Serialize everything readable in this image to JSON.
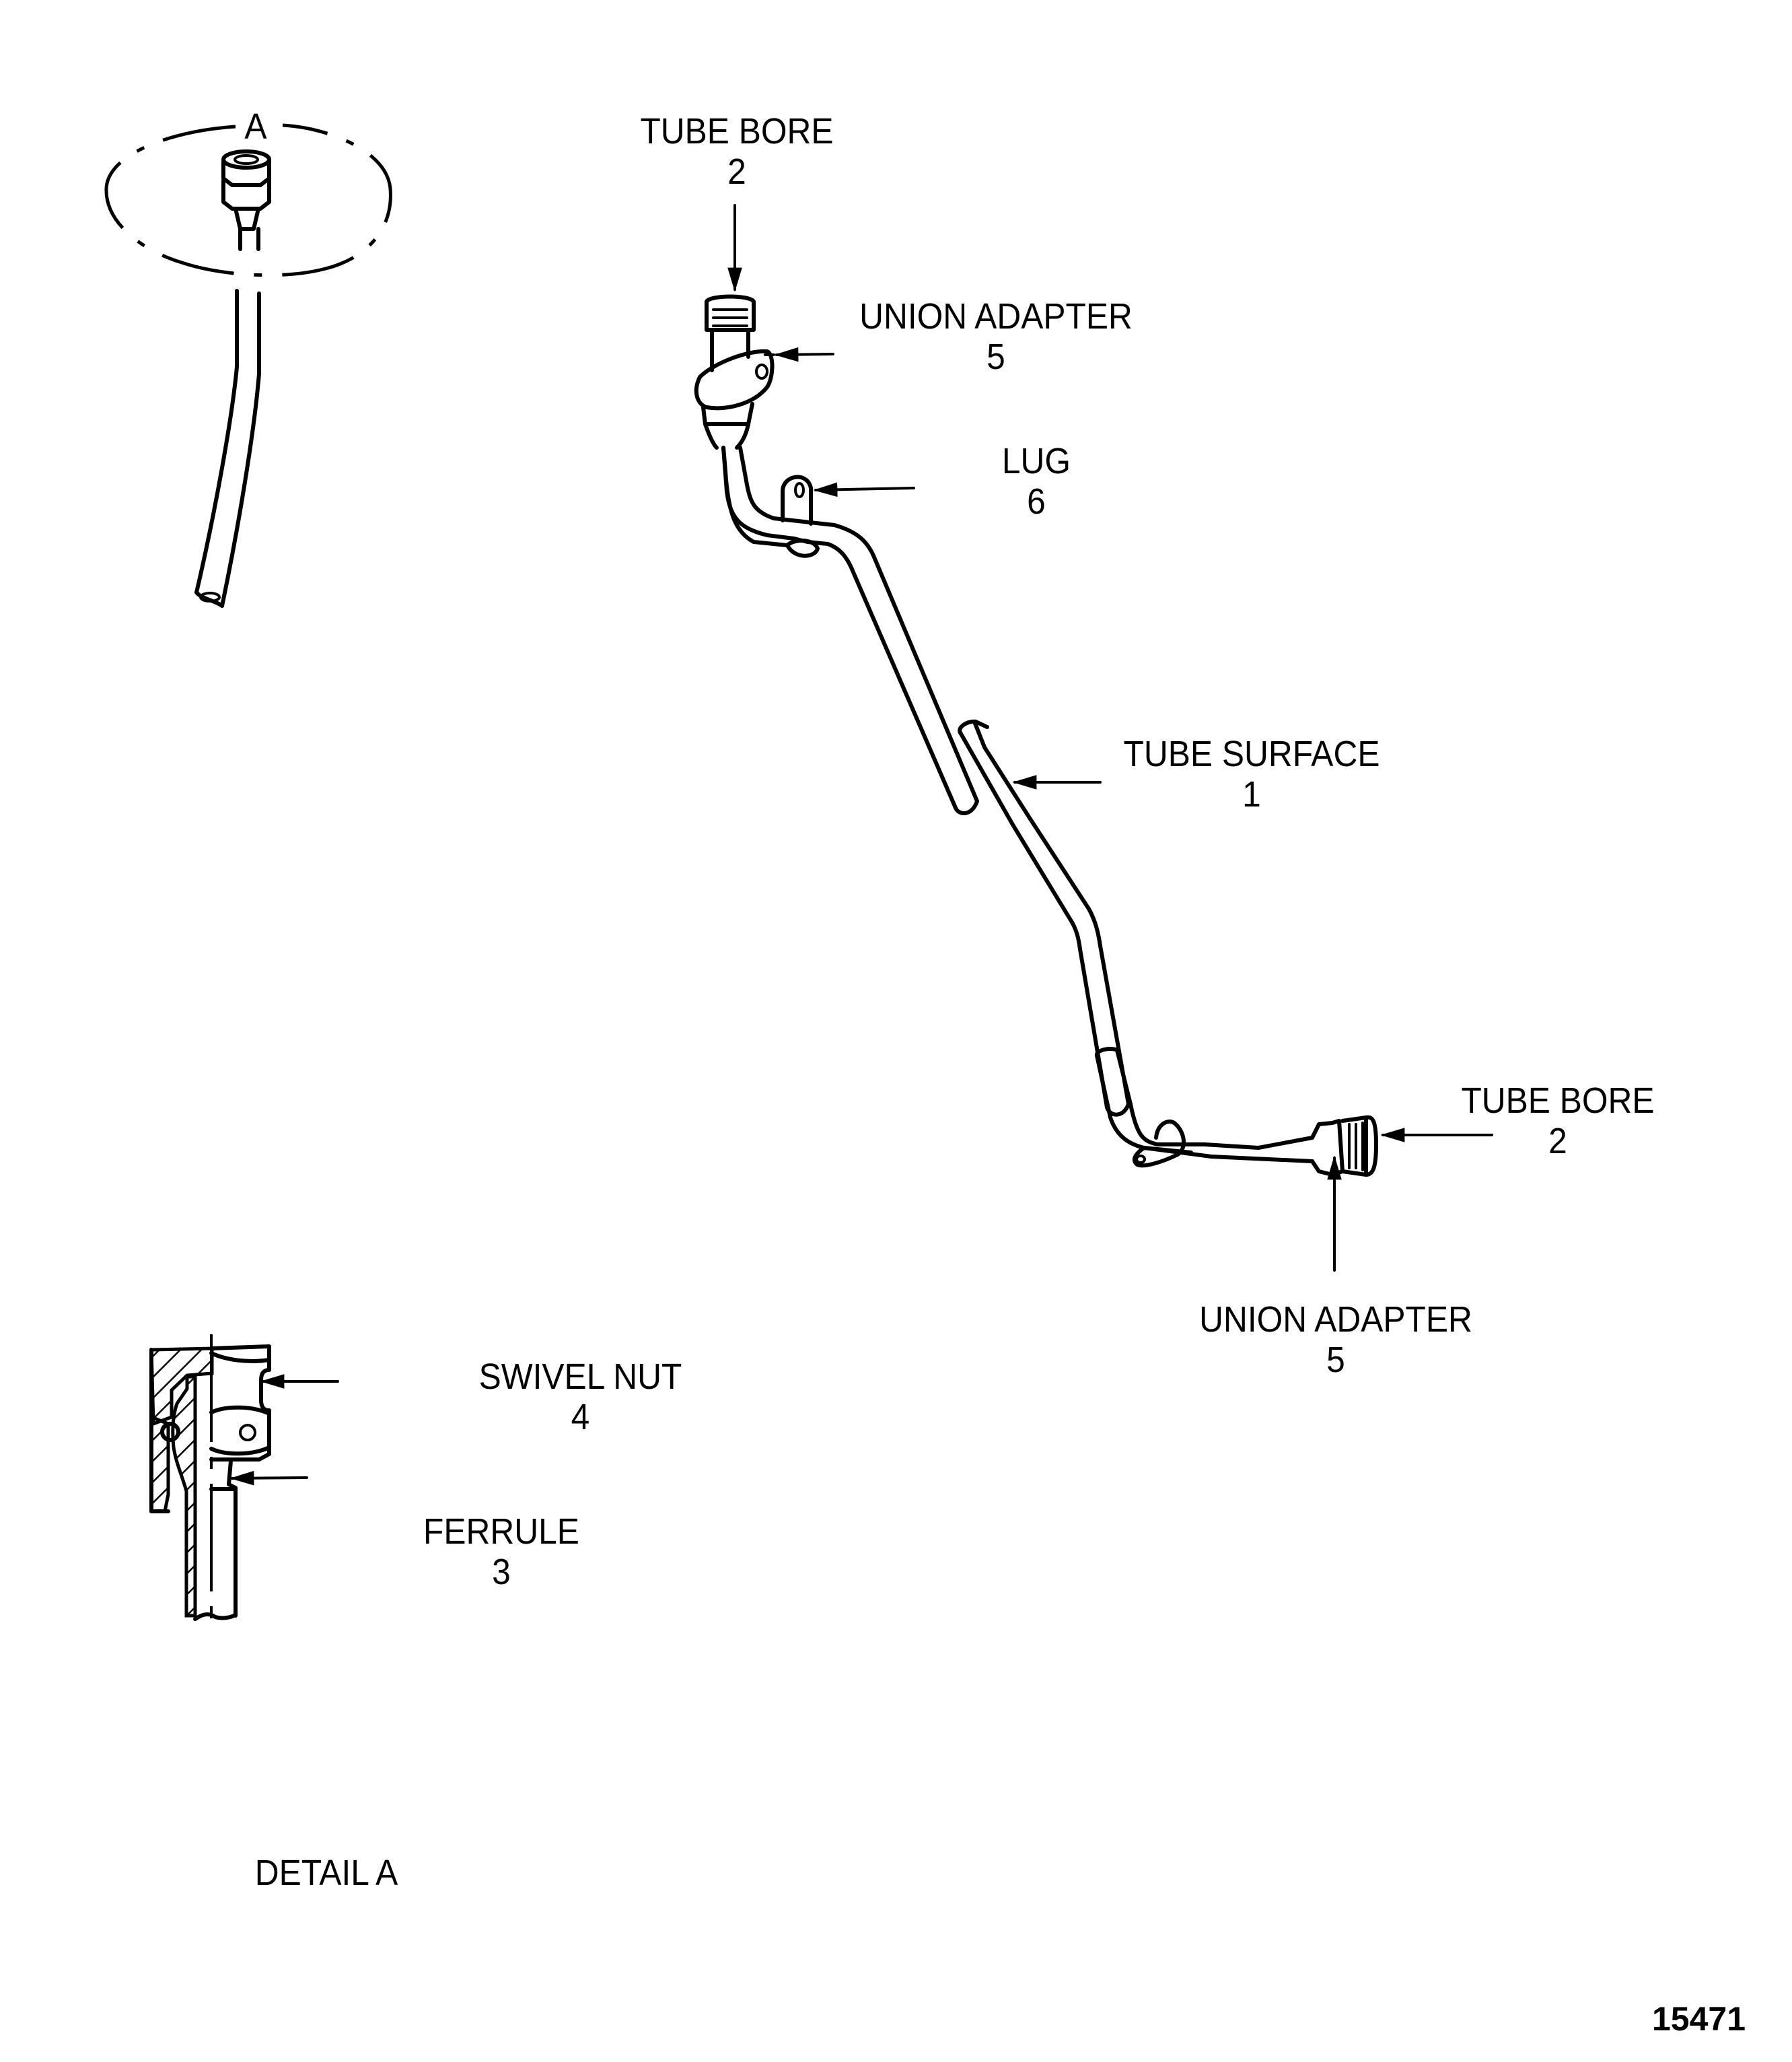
{
  "diagram": {
    "figure_number": "15471",
    "detail_marker": "A",
    "detail_caption": "DETAIL A",
    "callouts": [
      {
        "id": "tube-bore-top",
        "name": "TUBE BORE",
        "number": "2"
      },
      {
        "id": "union-adapter-top",
        "name": "UNION ADAPTER",
        "number": "5"
      },
      {
        "id": "lug",
        "name": "LUG",
        "number": "6"
      },
      {
        "id": "tube-surface",
        "name": "TUBE SURFACE",
        "number": "1"
      },
      {
        "id": "tube-bore-bottom",
        "name": "TUBE BORE",
        "number": "2"
      },
      {
        "id": "union-adapter-bottom",
        "name": "UNION ADAPTER",
        "number": "5"
      },
      {
        "id": "swivel-nut",
        "name": "SWIVEL NUT",
        "number": "4"
      },
      {
        "id": "ferrule",
        "name": "FERRULE",
        "number": "3"
      }
    ]
  }
}
